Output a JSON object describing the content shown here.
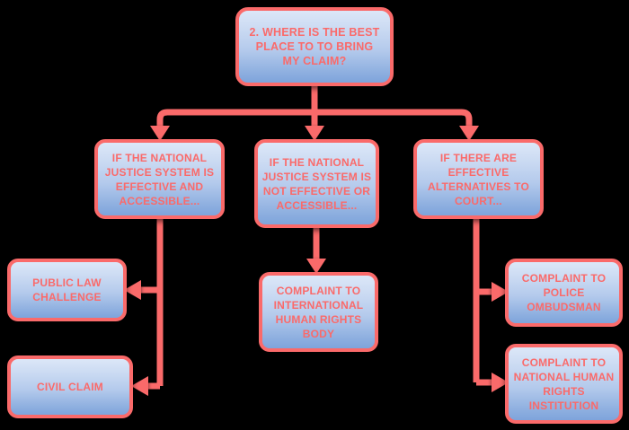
{
  "diagram": {
    "title": "Where to bring my claim - decision flowchart",
    "background_color": "#000000",
    "node_fill_top": "#dce7f8",
    "node_fill_bottom": "#7ea4db",
    "accent_color": "#fa6a6a"
  },
  "nodes": {
    "root": {
      "label": "2. WHERE IS THE BEST\nPLACE TO TO BRING\nMY CLAIM?"
    },
    "branch_effective": {
      "label": "IF THE NATIONAL\nJUSTICE SYSTEM IS\nEFFECTIVE AND\nACCESSIBLE..."
    },
    "branch_not_effective": {
      "label": "IF THE NATIONAL\nJUSTICE SYSTEM IS\nNOT EFFECTIVE OR\nACCESSIBLE..."
    },
    "branch_alternatives": {
      "label": "IF THERE ARE\nEFFECTIVE\nALTERNATIVES TO\nCOURT..."
    },
    "public_law_challenge": {
      "label": "PUBLIC LAW\nCHALLENGE"
    },
    "civil_claim": {
      "label": "CIVIL CLAIM"
    },
    "international_body": {
      "label": "COMPLAINT TO\nINTERNATIONAL\nHUMAN RIGHTS\nBODY"
    },
    "police_ombudsman": {
      "label": "COMPLAINT TO\nPOLICE\nOMBUDSMAN"
    },
    "national_human_rights_institution": {
      "label": "COMPLAINT TO\nNATIONAL HUMAN\nRIGHTS\nINSTITUTION"
    }
  }
}
